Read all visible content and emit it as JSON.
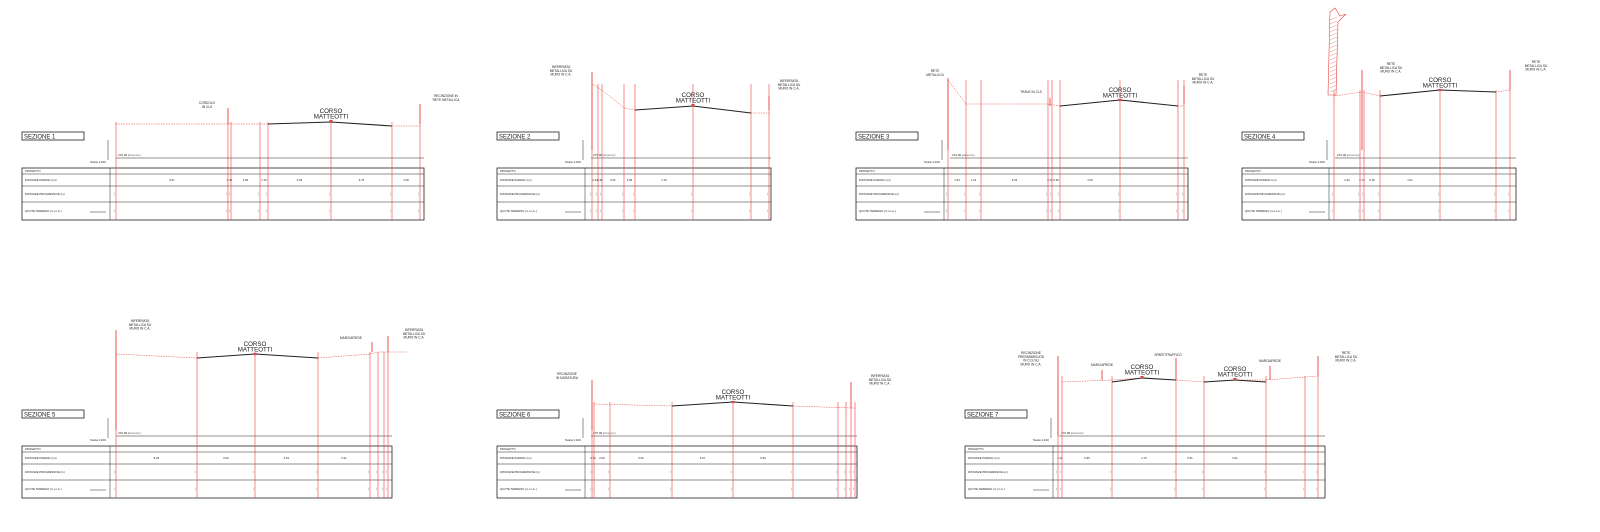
{
  "sheet": {
    "sections": [
      {
        "id": "s1",
        "title": "SEZIONE 1",
        "road_label": [
          "CORSO",
          "MATTEOTTI"
        ],
        "annotations": [
          [
            "CORDOLO",
            "IN CLS"
          ],
          [
            "RECINZIONE IN",
            "RETE METALLICA"
          ]
        ],
        "partial_distances": [
          "6.67",
          "0.40",
          "2.84",
          "1.19",
          "5.06",
          "6.75",
          "2.08"
        ]
      },
      {
        "id": "s2",
        "title": "SEZIONE 2",
        "road_label": [
          "CORSO",
          "MATTEOTTI"
        ],
        "annotations": [
          [
            "INFERRIATA",
            "METALLICA SU",
            "MURO IN C.A."
          ],
          [
            "INFERRIATA",
            "METALLICA SU",
            "MURO IN C.A."
          ]
        ],
        "partial_distances": [
          "2.34",
          "0.80",
          "6.01",
          "6.06",
          "1.19"
        ]
      },
      {
        "id": "s3",
        "title": "SEZIONE 3",
        "road_label": [
          "CORSO",
          "MATTEOTTI"
        ],
        "annotations": [
          [
            "RETE",
            "METALLICA"
          ],
          [
            "TRAVE IN CLS"
          ],
          [
            "RETE",
            "METALLICA SU",
            "MURO IN C.A."
          ]
        ],
        "partial_distances": [
          "1.54",
          "1.13",
          "5.16",
          "6.00",
          "6.36",
          "1.00"
        ]
      },
      {
        "id": "s4",
        "title": "SEZIONE 4",
        "road_label": [
          "CORSO",
          "MATTEOTTI"
        ],
        "annotations": [
          [
            "RETE",
            "METALLICA SU",
            "MURO IN C.A."
          ],
          [
            "RETE",
            "METALLICA SU",
            "MURO IN C.A."
          ]
        ],
        "partial_distances": [
          "2.40",
          "6.75",
          "6.18",
          "1.01"
        ]
      },
      {
        "id": "s5",
        "title": "SEZIONE 5",
        "road_label": [
          "CORSO",
          "MATTEOTTI"
        ],
        "annotations": [
          [
            "INFERRIATA",
            "METALLICA SU",
            "MURO IN C.A."
          ],
          [
            "MARCIAPIEDE"
          ],
          [
            "INFERRIATA",
            "METALLICA SU",
            "MURO IN C.A."
          ]
        ],
        "partial_distances": [
          "8.25",
          "6.06",
          "6.61",
          "5.21"
        ]
      },
      {
        "id": "s6",
        "title": "SEZIONE 6",
        "road_label": [
          "CORSO",
          "MATTEOTTI"
        ],
        "annotations": [
          [
            "RECINZIONE",
            "IN MURATURA"
          ],
          [
            "INFERRIATA",
            "METALLICA SU",
            "MURO IN C.A."
          ]
        ],
        "partial_distances": [
          "0.70",
          "2.06",
          "6.00",
          "6.07",
          "6.35"
        ]
      },
      {
        "id": "s7",
        "title": "SEZIONE 7",
        "road_label": [
          "CORSO",
          "MATTEOTTI"
        ],
        "road_label_2": [
          "CORSO",
          "MATTEOTTI"
        ],
        "annotations": [
          [
            "RECINZIONE",
            "PREFABBRICATA",
            "IN CLS SU",
            "MURO IN C.A."
          ],
          [
            "MARCIAPIEDE"
          ],
          [
            "SPARTITRAFFICO"
          ],
          [
            "MARCIAPIEDE"
          ],
          [
            "RETE",
            "METALLICA SU",
            "MURO IN C.A."
          ]
        ],
        "partial_distances": [
          "3.26",
          "6.95",
          "2.70",
          "6.51",
          "3.01"
        ]
      }
    ],
    "table_rows": [
      "PROGETTO",
      "DISTANZE PARZIALI (m)",
      "DISTANZE PROGRESSIVE (m)",
      "QUOTE TERRENO (m s.l.m.)"
    ],
    "datum_label": "270.00 (m s.l.m.)",
    "scale_label": "Scala 1:100",
    "legend_label": "Scala 1:100"
  },
  "colors": {
    "red": "#e8423c",
    "ink": "#222222",
    "grey": "#888888"
  }
}
